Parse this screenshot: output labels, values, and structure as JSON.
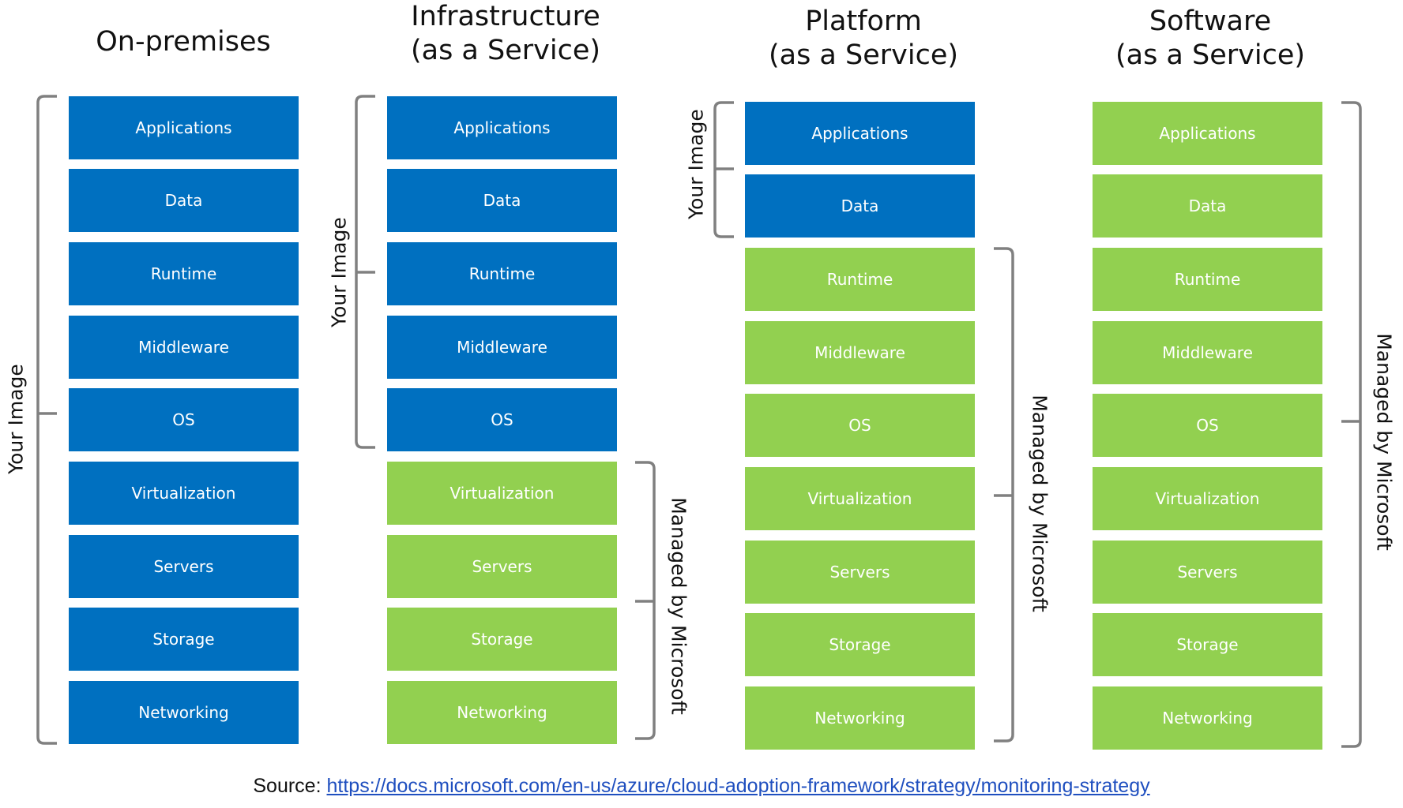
{
  "columns": [
    {
      "title": [
        "On-premises"
      ],
      "layers": [
        {
          "label": "Applications",
          "managed_by": "you"
        },
        {
          "label": "Data",
          "managed_by": "you"
        },
        {
          "label": "Runtime",
          "managed_by": "you"
        },
        {
          "label": "Middleware",
          "managed_by": "you"
        },
        {
          "label": "OS",
          "managed_by": "you"
        },
        {
          "label": "Virtualization",
          "managed_by": "you"
        },
        {
          "label": "Servers",
          "managed_by": "you"
        },
        {
          "label": "Storage",
          "managed_by": "you"
        },
        {
          "label": "Networking",
          "managed_by": "you"
        }
      ],
      "brackets": [
        {
          "label": "Your Image"
        }
      ]
    },
    {
      "title": [
        "Infrastructure",
        "(as a Service)"
      ],
      "layers": [
        {
          "label": "Applications",
          "managed_by": "you"
        },
        {
          "label": "Data",
          "managed_by": "you"
        },
        {
          "label": "Runtime",
          "managed_by": "you"
        },
        {
          "label": "Middleware",
          "managed_by": "you"
        },
        {
          "label": "OS",
          "managed_by": "you"
        },
        {
          "label": "Virtualization",
          "managed_by": "microsoft"
        },
        {
          "label": "Servers",
          "managed_by": "microsoft"
        },
        {
          "label": "Storage",
          "managed_by": "microsoft"
        },
        {
          "label": "Networking",
          "managed_by": "microsoft"
        }
      ],
      "brackets": [
        {
          "label": "Your Image"
        },
        {
          "label": "Managed by Microsoft"
        }
      ]
    },
    {
      "title": [
        "Platform",
        "(as a Service)"
      ],
      "layers": [
        {
          "label": "Applications",
          "managed_by": "you"
        },
        {
          "label": "Data",
          "managed_by": "you"
        },
        {
          "label": "Runtime",
          "managed_by": "microsoft"
        },
        {
          "label": "Middleware",
          "managed_by": "microsoft"
        },
        {
          "label": "OS",
          "managed_by": "microsoft"
        },
        {
          "label": "Virtualization",
          "managed_by": "microsoft"
        },
        {
          "label": "Servers",
          "managed_by": "microsoft"
        },
        {
          "label": "Storage",
          "managed_by": "microsoft"
        },
        {
          "label": "Networking",
          "managed_by": "microsoft"
        }
      ],
      "brackets": [
        {
          "label": "Your Image"
        },
        {
          "label": "Managed by Microsoft"
        }
      ]
    },
    {
      "title": [
        "Software",
        "(as a Service)"
      ],
      "layers": [
        {
          "label": "Applications",
          "managed_by": "microsoft"
        },
        {
          "label": "Data",
          "managed_by": "microsoft"
        },
        {
          "label": "Runtime",
          "managed_by": "microsoft"
        },
        {
          "label": "Middleware",
          "managed_by": "microsoft"
        },
        {
          "label": "OS",
          "managed_by": "microsoft"
        },
        {
          "label": "Virtualization",
          "managed_by": "microsoft"
        },
        {
          "label": "Servers",
          "managed_by": "microsoft"
        },
        {
          "label": "Storage",
          "managed_by": "microsoft"
        },
        {
          "label": "Networking",
          "managed_by": "microsoft"
        }
      ],
      "brackets": [
        {
          "label": "Managed by Microsoft"
        }
      ]
    }
  ],
  "colors": {
    "you": "#0070c0",
    "microsoft": "#92d050",
    "bracket": "#808080"
  },
  "source": {
    "label": "Source:",
    "link_text": "https://docs.microsoft.com/en-us/azure/cloud-adoption-framework/strategy/monitoring-strategy"
  }
}
